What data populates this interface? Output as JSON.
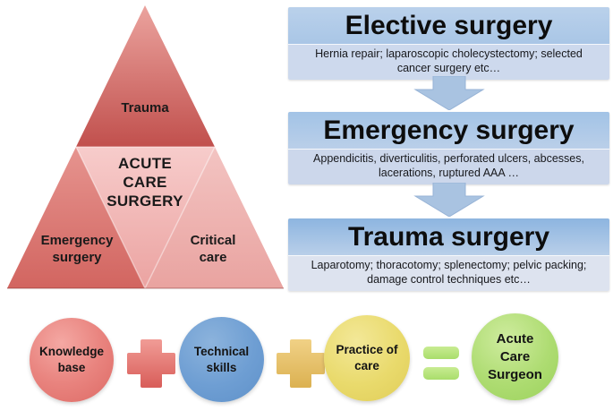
{
  "pyramid": {
    "top_label": "Trauma",
    "center_label": "ACUTE\nCARE\nSURGERY",
    "bottom_left_label": "Emergency\nsurgery",
    "bottom_right_label": "Critical\ncare"
  },
  "flow_steps": [
    {
      "title": "Elective surgery",
      "description": "Hernia repair; laparoscopic cholecystectomy; selected\ncancer surgery etc…"
    },
    {
      "title": "Emergency surgery",
      "description": "Appendicitis, diverticulitis, perforated ulcers, abcesses,\nlacerations, ruptured AAA …"
    },
    {
      "title": "Trauma surgery",
      "description": "Laparotomy; thoracotomy; splenectomy; pelvic packing;\ndamage control techniques etc…"
    }
  ],
  "equation": {
    "terms": [
      {
        "label": "Knowledge\nbase",
        "color": "#e5807b"
      },
      {
        "label": "Technical\nskills",
        "color": "#71a0d4"
      },
      {
        "label": "Practice of\ncare",
        "color": "#e8d968"
      },
      {
        "label": "Acute\nCare\nSurgeon",
        "color": "#a8d96e"
      }
    ],
    "operators": [
      {
        "icon": "plus",
        "color": "#e2756f"
      },
      {
        "icon": "plus",
        "color": "#e6c36c"
      },
      {
        "icon": "equals",
        "color": "#b4e175"
      }
    ]
  },
  "colors": {
    "pyramid_trauma": "#c65a56",
    "pyramid_center": "#f2bcba",
    "pyramid_emergency": "#dd827e",
    "pyramid_critical": "#eeb7b5",
    "flow_title_blue": "#a9c6e6",
    "flow_desc_blue": "#cdd9ed",
    "arrow_blue": "#a9c3e1"
  }
}
